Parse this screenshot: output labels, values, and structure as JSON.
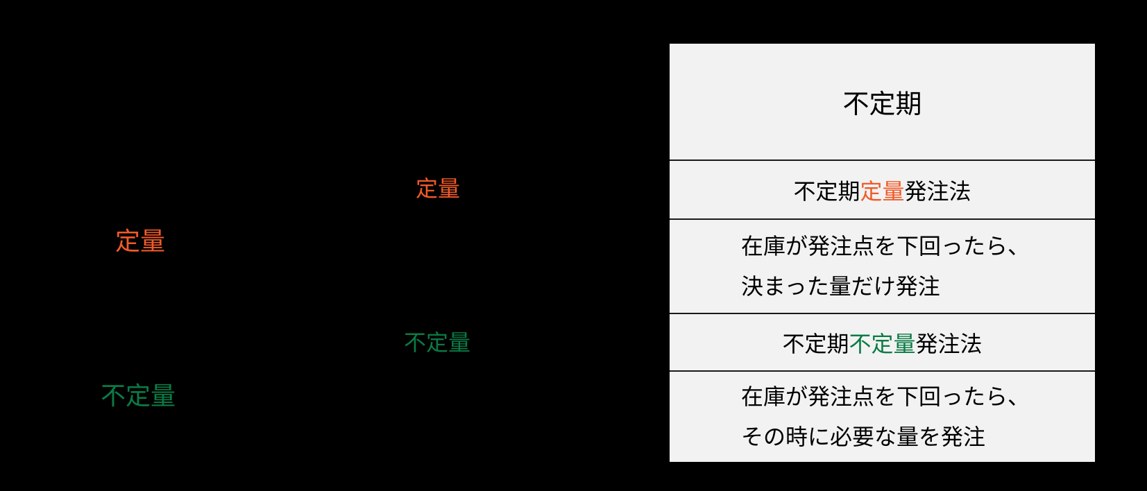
{
  "colors": {
    "background": "#000000",
    "table_background": "#F2F2F2",
    "fixed_quantity": "#F15A29",
    "variable_quantity": "#0A7B45",
    "text": "#000000"
  },
  "diagram": {
    "labels": {
      "left_fixed_quantity": "定量",
      "middle_fixed_quantity": "定量",
      "middle_variable_quantity": "不定量",
      "left_variable_quantity": "不定量"
    },
    "table": {
      "header": "不定期",
      "fixed": {
        "name_prefix": "不定期",
        "name_highlight": "定量",
        "name_suffix": "発注法",
        "description_lines": [
          "在庫が発注点を下回ったら、",
          "決まった量だけ発注"
        ]
      },
      "variable": {
        "name_prefix": "不定期",
        "name_highlight": "不定量",
        "name_suffix": "発注法",
        "description_lines": [
          "在庫が発注点を下回ったら、",
          "その時に必要な量を発注"
        ]
      }
    }
  }
}
